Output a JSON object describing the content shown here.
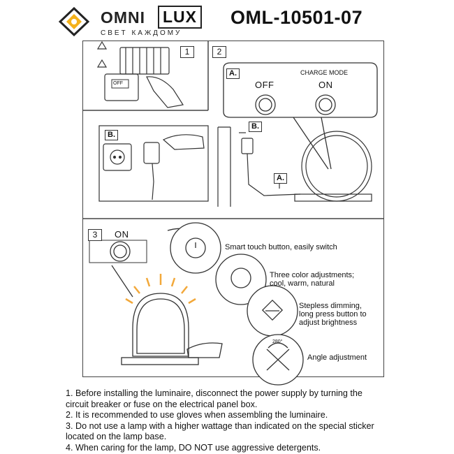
{
  "header": {
    "brand_name": "OMNI",
    "brand_highlight": "LUX",
    "tagline": "СВЕТ КАЖДОМУ",
    "model": "OML-10501-07"
  },
  "steps": {
    "step1_number": "1",
    "step2_number": "2",
    "step3_number": "3",
    "off_switch_label": "OFF"
  },
  "step2": {
    "letter_a": "A.",
    "letter_b": "B.",
    "letter_b2": "B.",
    "letter_a2": "A.",
    "charge_mode": "CHARGE MODE",
    "off": "OFF",
    "on": "ON"
  },
  "step3": {
    "on": "ON",
    "features": [
      "Smart touch button, easily switch",
      "Three color adjustments;\ncool, warm, natural",
      "Stepless dimming,\nlong press button to\nadjust brightness",
      "Angle adjustment"
    ],
    "angle": "280°"
  },
  "instructions": [
    "1. Before installing the luminaire, disconnect the power supply by turning the circuit breaker or fuse on the electrical panel box.",
    "2. It is recommended to use gloves when assembling the luminaire.",
    "3. Do not use a lamp with a higher wattage than indicated on the special sticker located on the lamp base.",
    "4. When caring for the lamp, DO NOT use aggressive detergents."
  ]
}
